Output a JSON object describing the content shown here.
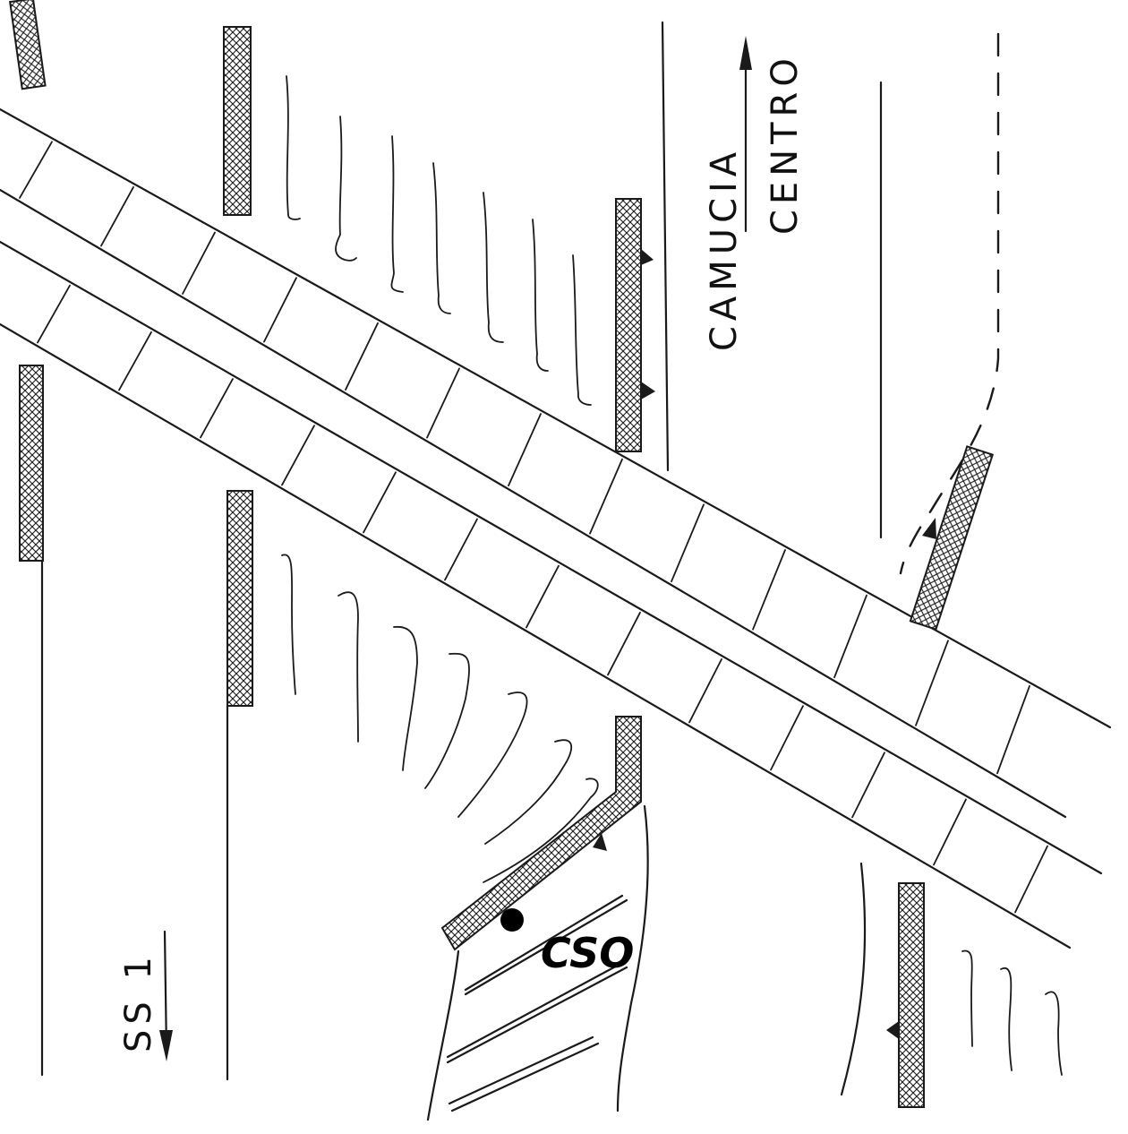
{
  "labels": {
    "camucia": "CAMUCIA",
    "centro": "CENTRO",
    "ss1": "SS 1",
    "cso": "CSO"
  },
  "colors": {
    "ink": "#1a1a1a",
    "background": "#ffffff"
  }
}
